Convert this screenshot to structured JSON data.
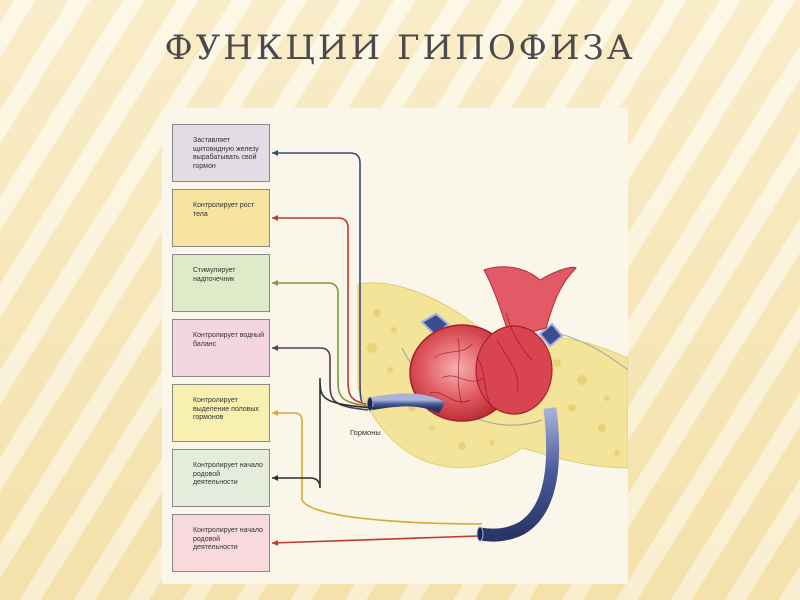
{
  "slide": {
    "title": "ФУНКЦИИ ГИПОФИЗА"
  },
  "diagram": {
    "hormones_label": "Гормоны",
    "boxes": [
      {
        "text": "Заставляет щитовидную железу вырабатывать свой гормон",
        "color": "#e2dde4",
        "line": "#3a4a7a"
      },
      {
        "text": "Контролирует рост тела",
        "color": "#f6e3a0",
        "line": "#c0392b"
      },
      {
        "text": "Стимулирует надпочечник",
        "color": "#dfeac8",
        "line": "#7f9a3a"
      },
      {
        "text": "Контролирует водный баланс",
        "color": "#f3d6e0",
        "line": "#5a3b5a"
      },
      {
        "text": "Контролирует выделение половых гормонов",
        "color": "#f7f0b0",
        "line": "#d9a830"
      },
      {
        "text": "Контролирует начало родовой деятельности",
        "color": "#e6ecdc",
        "line": "#2e2e2e"
      },
      {
        "text": "Контролирует начало родовой деятельности",
        "color": "#f7d9de",
        "line": "#c0392b"
      }
    ]
  }
}
